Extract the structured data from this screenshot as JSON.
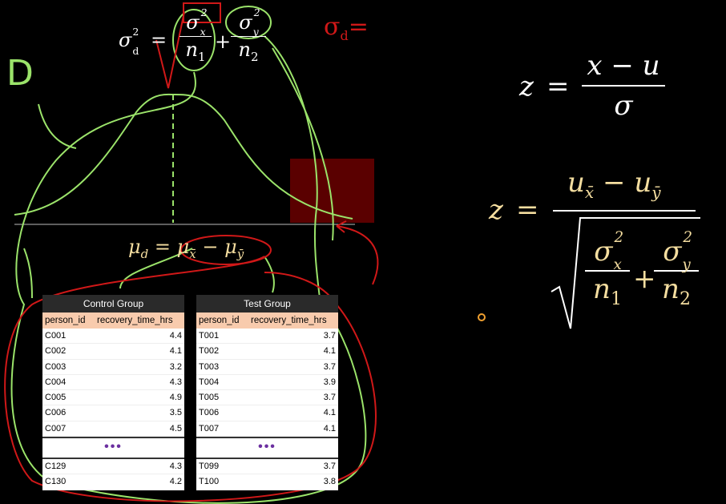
{
  "formulas": {
    "sigma_d": {
      "lhs": "σ",
      "lhs_sub": "d",
      "lhs_sup": "2",
      "eq": "=",
      "t1_num": "σ",
      "t1_num_sub": "x",
      "t1_num_sup": "2",
      "t1_den": "n",
      "t1_den_sub": "1",
      "plus": "+",
      "t2_num": "σ",
      "t2_num_sub": "y",
      "t2_num_sup": "2",
      "t2_den": "n",
      "t2_den_sub": "2"
    },
    "mu_d": {
      "lhs": "μ",
      "lhs_sub": "d",
      "eq": "=",
      "a": "μ",
      "a_sub": "x̄",
      "minus": "−",
      "b": "μ",
      "b_sub": "ȳ"
    },
    "z1": {
      "lhs": "z",
      "eq": "=",
      "num": "x − u",
      "den": "σ"
    },
    "z2": {
      "lhs": "z",
      "eq": "=",
      "num_a": "u",
      "num_a_sub": "x̄",
      "minus": "−",
      "num_b": "u",
      "num_b_sub": "ȳ",
      "t1_num": "σ",
      "t1_num_sub": "x",
      "t1_num_sup": "2",
      "t1_den": "n",
      "t1_den_sub": "1",
      "plus": "+",
      "t2_num": "σ",
      "t2_num_sub": "y",
      "t2_num_sup": "2",
      "t2_den": "n",
      "t2_den_sub": "2"
    }
  },
  "annotations": {
    "handwritten_d": "D",
    "handwritten_sigma": "σ",
    "handwritten_sigma_sub": "d",
    "handwritten_sigma_tail": "="
  },
  "tables": [
    {
      "title": "Control Group",
      "columns": [
        "person_id",
        "recovery_time_hrs"
      ],
      "rows": [
        [
          "C001",
          "4.4"
        ],
        [
          "C002",
          "4.1"
        ],
        [
          "C003",
          "3.2"
        ],
        [
          "C004",
          "4.3"
        ],
        [
          "C005",
          "4.9"
        ],
        [
          "C006",
          "3.5"
        ],
        [
          "C007",
          "4.5"
        ]
      ],
      "ellipsis": "•••",
      "tail_rows": [
        [
          "C129",
          "4.3"
        ],
        [
          "C130",
          "4.2"
        ]
      ]
    },
    {
      "title": "Test Group",
      "columns": [
        "person_id",
        "recovery_time_hrs"
      ],
      "rows": [
        [
          "T001",
          "3.7"
        ],
        [
          "T002",
          "4.1"
        ],
        [
          "T003",
          "3.7"
        ],
        [
          "T004",
          "3.9"
        ],
        [
          "T005",
          "3.7"
        ],
        [
          "T006",
          "4.1"
        ],
        [
          "T007",
          "4.1"
        ]
      ],
      "ellipsis": "•••",
      "tail_rows": [
        [
          "T099",
          "3.7"
        ],
        [
          "T100",
          "3.8"
        ]
      ]
    }
  ],
  "colors": {
    "background": "#000000",
    "green_ink": "#9be36a",
    "red_ink": "#d01818",
    "cream": "#f5dea0",
    "highlight": "#5a0000"
  }
}
